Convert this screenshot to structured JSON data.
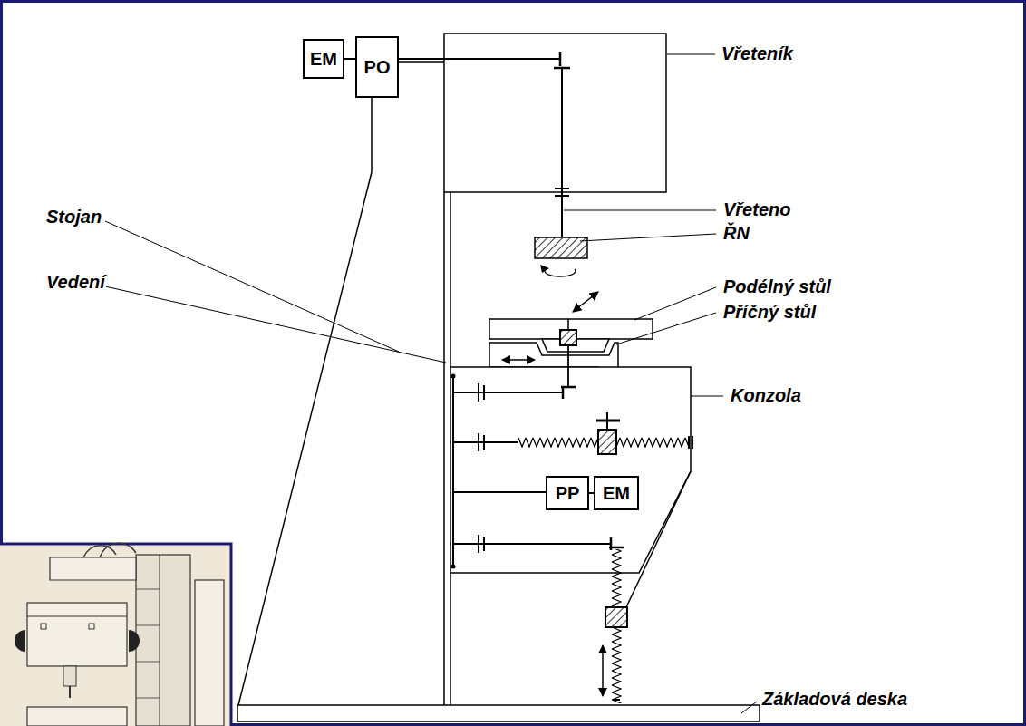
{
  "diagram": {
    "nodes": [
      {
        "text": [
          "EM"
        ]
      },
      {
        "text": [
          "PO"
        ]
      },
      {
        "text": [
          "PP"
        ]
      },
      {
        "text": [
          "EM"
        ]
      }
    ],
    "edges": [
      {
        "from": 0,
        "to": 1,
        "arrow": "none"
      },
      {
        "from": 2,
        "to": 3,
        "arrow": "none"
      }
    ],
    "labels": [
      "Vřeteník",
      "Vřeteno",
      "ŘN",
      "Podélný stůl",
      "Příčný stůl",
      "Konzola",
      "Stojan",
      "Vedení",
      "Základová deska"
    ]
  }
}
